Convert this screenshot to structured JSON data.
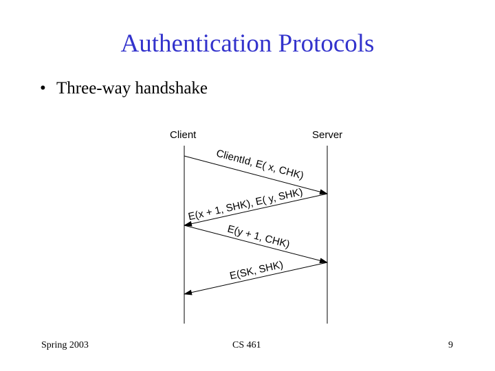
{
  "slide": {
    "title": "Authentication Protocols",
    "bullets": [
      {
        "marker": "•",
        "text": "Three-way handshake"
      }
    ],
    "footer": {
      "left": "Spring 2003",
      "center": "CS 461",
      "right": "9"
    }
  },
  "diagram": {
    "client_label": "Client",
    "server_label": "Server",
    "messages": [
      {
        "label": "ClientId, E( x, CHK)",
        "direction": "client-to-server"
      },
      {
        "label": "E(x + 1, SHK), E( y, SHK)",
        "direction": "server-to-client"
      },
      {
        "label": "E(y + 1, CHK)",
        "direction": "client-to-server"
      },
      {
        "label": "E(SK, SHK)",
        "direction": "server-to-client"
      }
    ]
  }
}
